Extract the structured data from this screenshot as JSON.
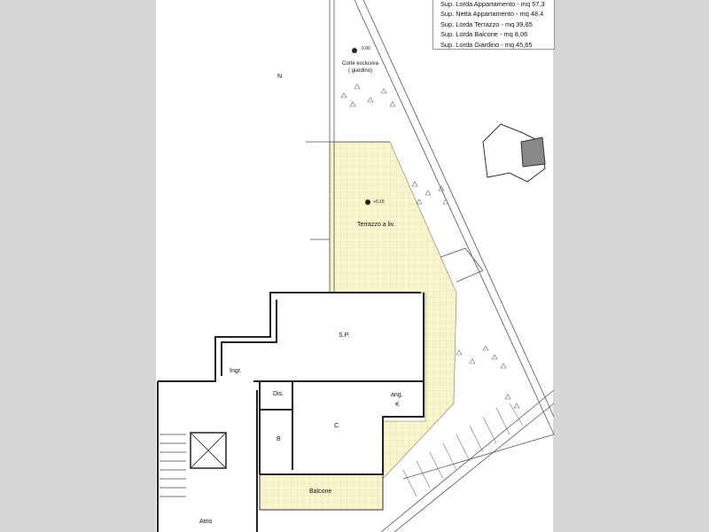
{
  "legend": {
    "lines": [
      "Sup. Lorda Appartamento - mq 57,3",
      "Sup. Netta Appartamento - mq 48,4",
      "Sup. Lorda Terrazzo - mq 39,65",
      "Sup. Lorda Balcone - mq 8,06",
      "Sup. Lorda Giardino - mq 45,65"
    ]
  },
  "plan": {
    "north": "N",
    "garden_level": "0.00",
    "garden_label_1": "Corte esclusiva",
    "garden_label_2": "( giardino)",
    "terrace_level": "+0.15",
    "terrace_label": "Terrazzo a liv.",
    "rooms": {
      "sp": "S.P.",
      "ingr": "Ingr.",
      "dis": "Dis.",
      "ang": "ang.",
      "k": "K",
      "b": "B",
      "c": "C",
      "balcone": "Balcone",
      "atrio": "Atrio"
    },
    "colors": {
      "terrace_fill": "#f7f3c4",
      "grid": "#e3dc92",
      "wall": "#222222"
    }
  }
}
